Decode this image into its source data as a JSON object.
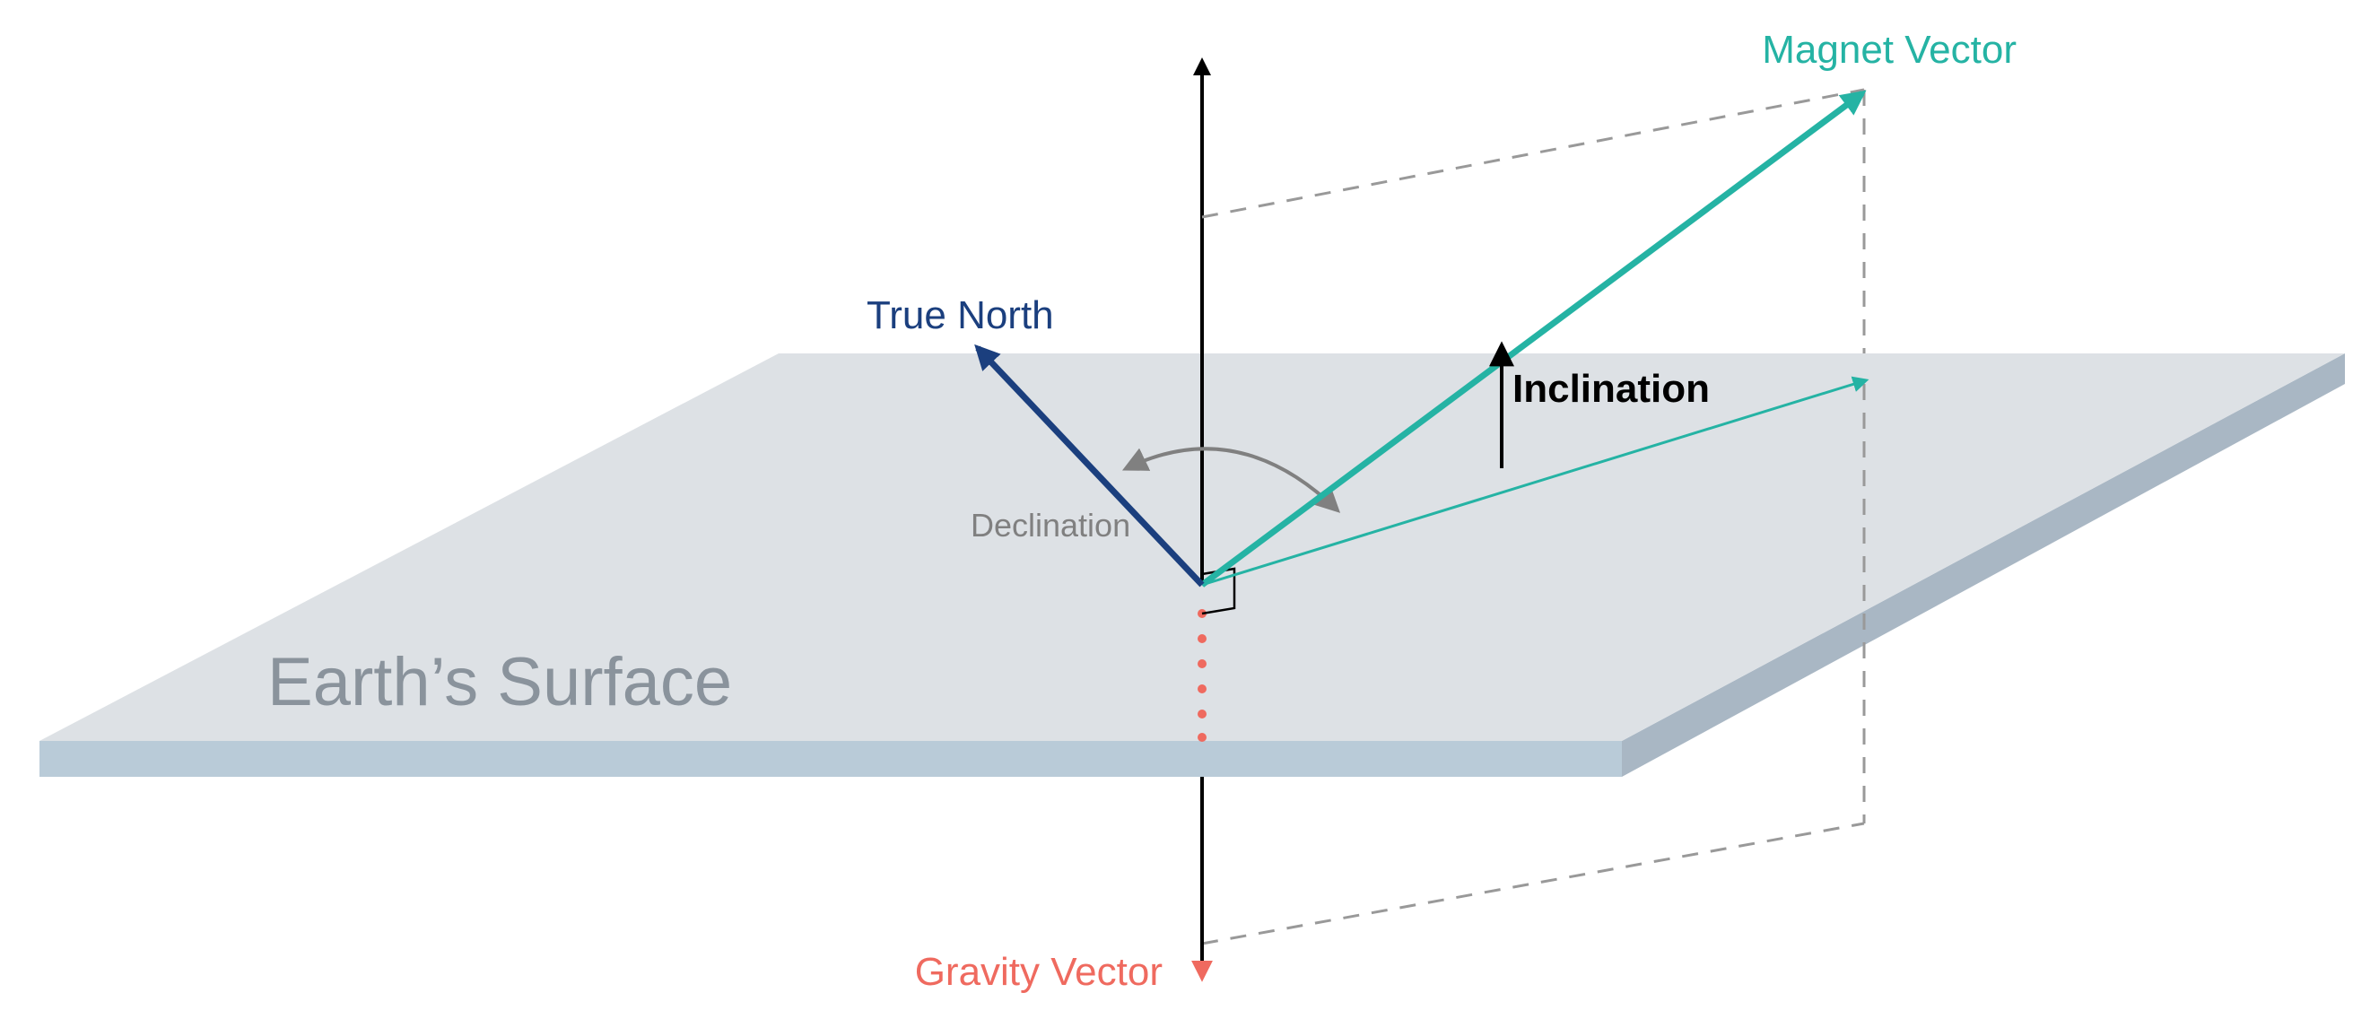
{
  "labels": {
    "magnet_vector": "Magnet Vector",
    "true_north": "True North",
    "inclination": "Inclination",
    "declination": "Declination",
    "earths_surface": "Earth’s Surface",
    "gravity_vector": "Gravity Vector"
  },
  "colors": {
    "magnet": "#25b3a4",
    "true_north": "#1b3f7e",
    "inclination": "#000000",
    "declination": "#808080",
    "earth_text": "#8a939c",
    "gravity": "#ef6a5f",
    "axis": "#000000",
    "dashed": "#999999",
    "plane_top": "#dde1e5",
    "plane_front": "#b9cbd8",
    "plane_side": "#a9b7c4"
  }
}
